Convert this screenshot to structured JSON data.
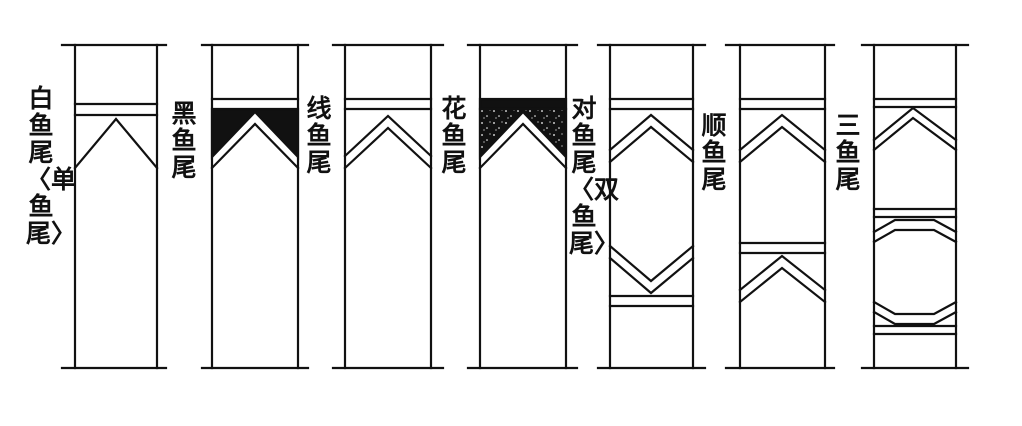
{
  "colors": {
    "ink": "#111111",
    "paper": "#ffffff"
  },
  "labels": {
    "white": "白鱼尾〈单鱼尾〉",
    "black": "黑鱼尾",
    "line": "线鱼尾",
    "flower": "花鱼尾",
    "double": "对鱼尾〈双鱼尾〉",
    "sequential": "顺鱼尾",
    "triple": "三鱼尾"
  }
}
